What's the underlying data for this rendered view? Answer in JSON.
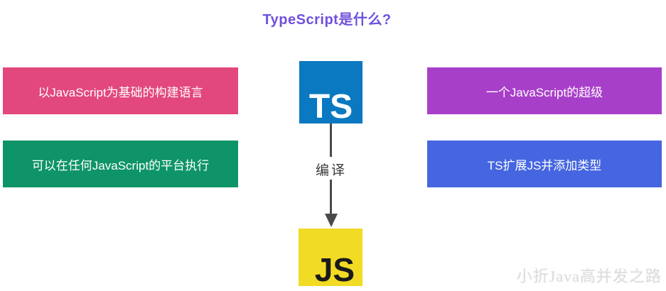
{
  "title": {
    "text": "TypeScript是什么?",
    "color": "#6F51DA"
  },
  "facts": {
    "top_left": {
      "label": "以JavaScript为基础的构建语言",
      "bg": "#E2477D"
    },
    "bottom_left": {
      "label": "可以在任何JavaScript的平台执行",
      "bg": "#0E9468"
    },
    "top_right": {
      "label": "一个JavaScript的超级",
      "bg": "#A83FC9"
    },
    "bottom_right": {
      "label": "TS扩展JS并添加类型",
      "bg": "#4566E0"
    }
  },
  "flow": {
    "ts_logo": {
      "text": "TS",
      "bg": "#0B79C1",
      "fg": "#FFFFFF"
    },
    "arrow_label": "编译",
    "arrow_color": "#4A4A4A",
    "js_logo": {
      "text": "JS",
      "bg": "#F2DB24",
      "fg": "#1A1A1A"
    }
  },
  "watermark": {
    "text": "小折Java高并发之路",
    "color": "#DCDCDC"
  }
}
